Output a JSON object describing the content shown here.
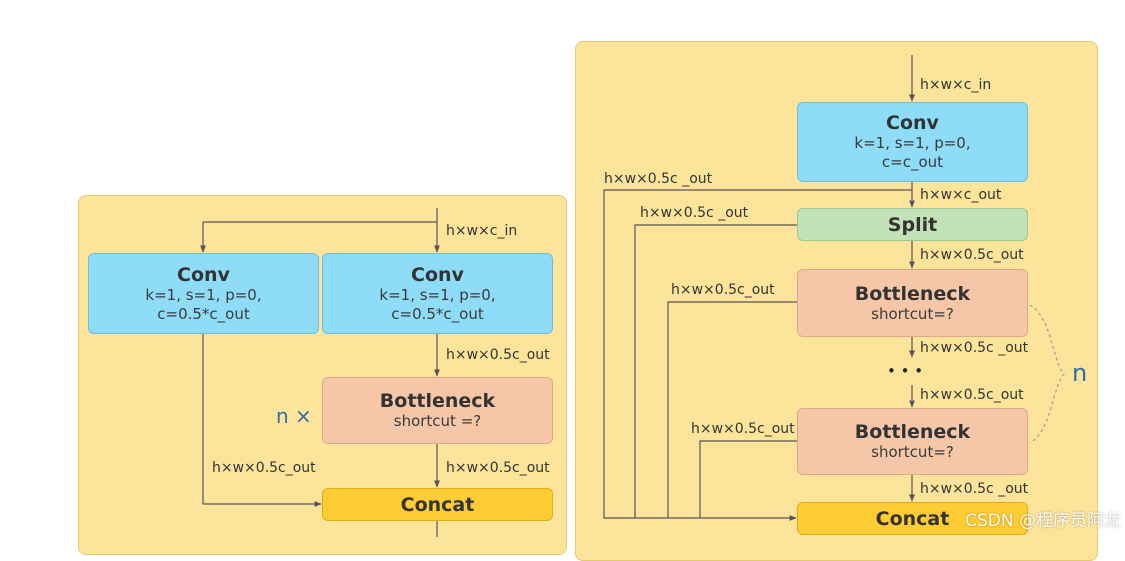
{
  "left": {
    "conv_a": {
      "title": "Conv",
      "line1": "k=1, s=1, p=0,",
      "line2": "c=0.5*c_out"
    },
    "conv_b": {
      "title": "Conv",
      "line1": "k=1, s=1, p=0,",
      "line2": "c=0.5*c_out"
    },
    "bottleneck": {
      "title": "Bottleneck",
      "line1": "shortcut =?"
    },
    "concat": {
      "title": "Concat"
    },
    "repeat": "n ×",
    "labels": {
      "input": "h×w×c_in",
      "conv_b_out": "h×w×0.5c_out",
      "bottleneck_out": "h×w×0.5c_out",
      "conv_a_out": "h×w×0.5c_out"
    }
  },
  "right": {
    "conv": {
      "title": "Conv",
      "line1": "k=1, s=1, p=0,",
      "line2": "c=c_out"
    },
    "split": {
      "title": "Split"
    },
    "bottleneck_1": {
      "title": "Bottleneck",
      "line1": "shortcut=?"
    },
    "bottleneck_n": {
      "title": "Bottleneck",
      "line1": "shortcut=?"
    },
    "concat": {
      "title": "Concat"
    },
    "ellipsis": "• • •",
    "repeat": "n",
    "labels": {
      "input": "h×w×c_in",
      "conv_out": "h×w×c_out",
      "split_out": "h×w×0.5c_out",
      "bottleneck_1_out": "h×w×0.5c _out",
      "before_bottleneck_n": "h×w×0.5c_out",
      "bottleneck_n_out": "h×w×0.5c _out",
      "skip_1": "h×w×0.5c _out",
      "skip_2": "h×w×0.5c _out",
      "skip_3": "h×w×0.5c_out",
      "skip_4": "h×w×0.5c_out"
    }
  },
  "watermark": "CSDN @程序员阿龙",
  "colors": {
    "panel": "#fde49b",
    "conv": "#8fdcf8",
    "split": "#c4e2b8",
    "bottleneck": "#f5c7a8",
    "concat": "#ffcc33",
    "wire": "#555555",
    "repeat": "#2f6ea6"
  }
}
